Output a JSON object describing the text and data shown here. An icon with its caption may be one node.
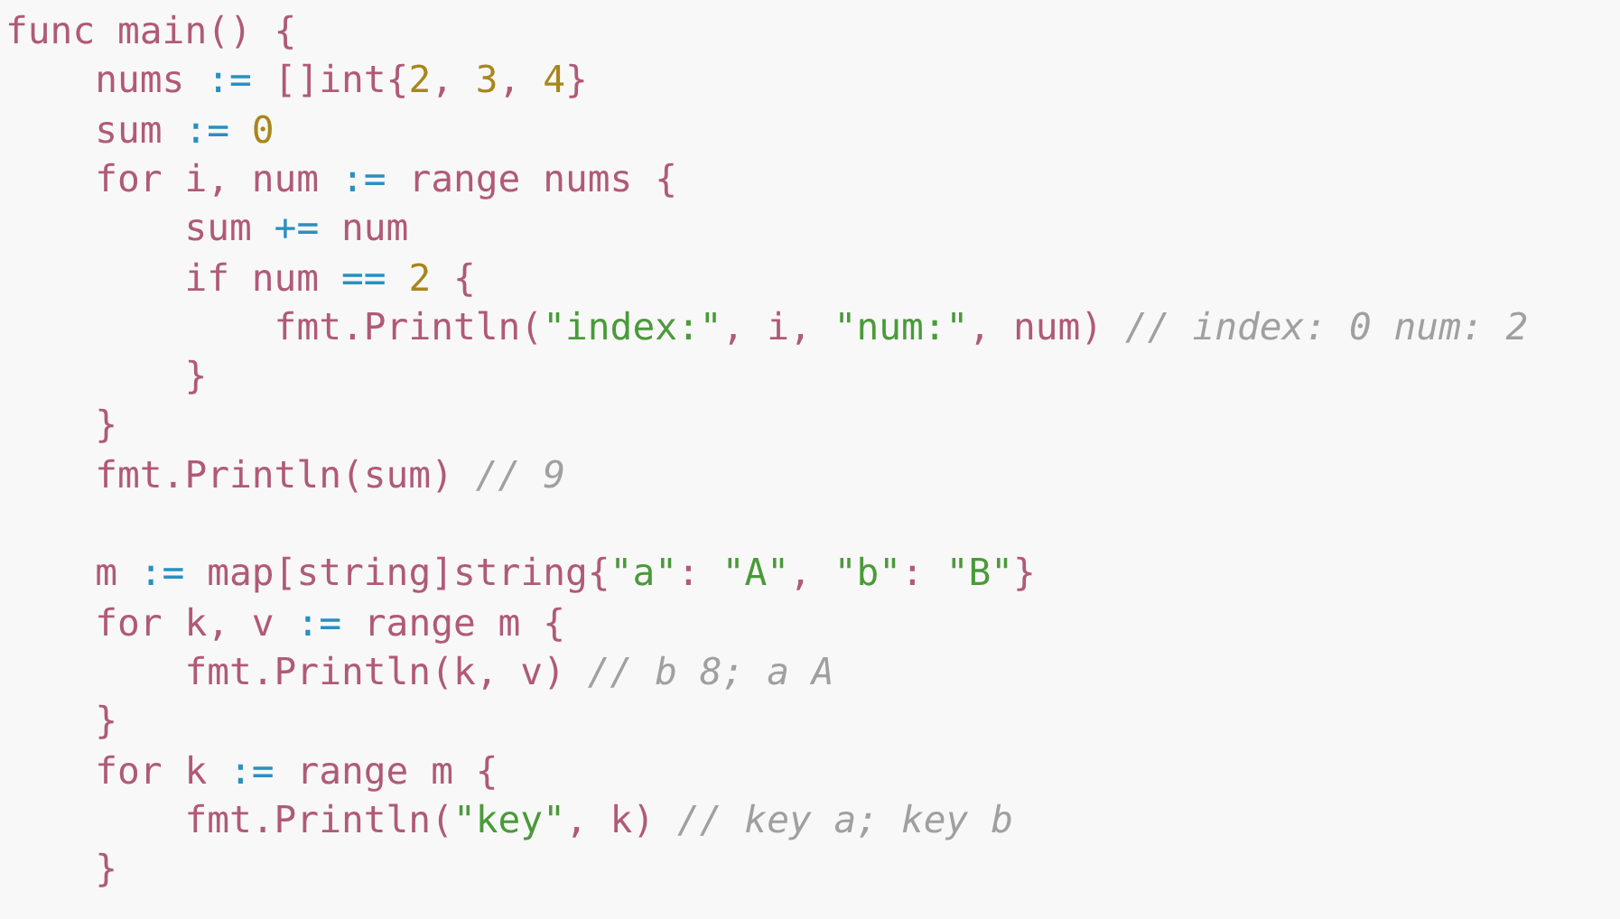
{
  "diagram": {
    "labels": [
      "func main() {",
      "nums := []int{2, 3, 4}",
      "sum := 0",
      "for i, num := range nums {",
      "sum += num",
      "if num == 2 {",
      "fmt.Println(\"index:\", i, \"num:\", num) // index: 0 num: 2",
      "}",
      "}",
      "fmt.Println(sum) // 9",
      "m := map[string]string{\"a\": \"A\", \"b\": \"B\"}",
      "for k, v := range m {",
      "fmt.Println(k, v) // b 8; a A",
      "}",
      "for k := range m {",
      "fmt.Println(\"key\", k) // key a; key b",
      "}"
    ]
  }
}
